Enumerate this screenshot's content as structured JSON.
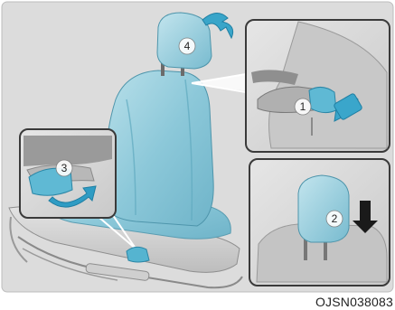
{
  "figure": {
    "image_code": "OJSN038083",
    "steps": [
      {
        "number": "1",
        "meaning": "press headrest release button"
      },
      {
        "number": "2",
        "meaning": "push headrest down"
      },
      {
        "number": "3",
        "meaning": "seatback recline lever"
      },
      {
        "number": "4",
        "meaning": "tilt headrest"
      }
    ],
    "colors": {
      "highlight": "#4fb3cf",
      "highlight_dark": "#2b8fb1",
      "seat_blue": "#8fcbdc",
      "panel_bg": "#d7d7d7",
      "border": "#3a3a3a"
    }
  }
}
